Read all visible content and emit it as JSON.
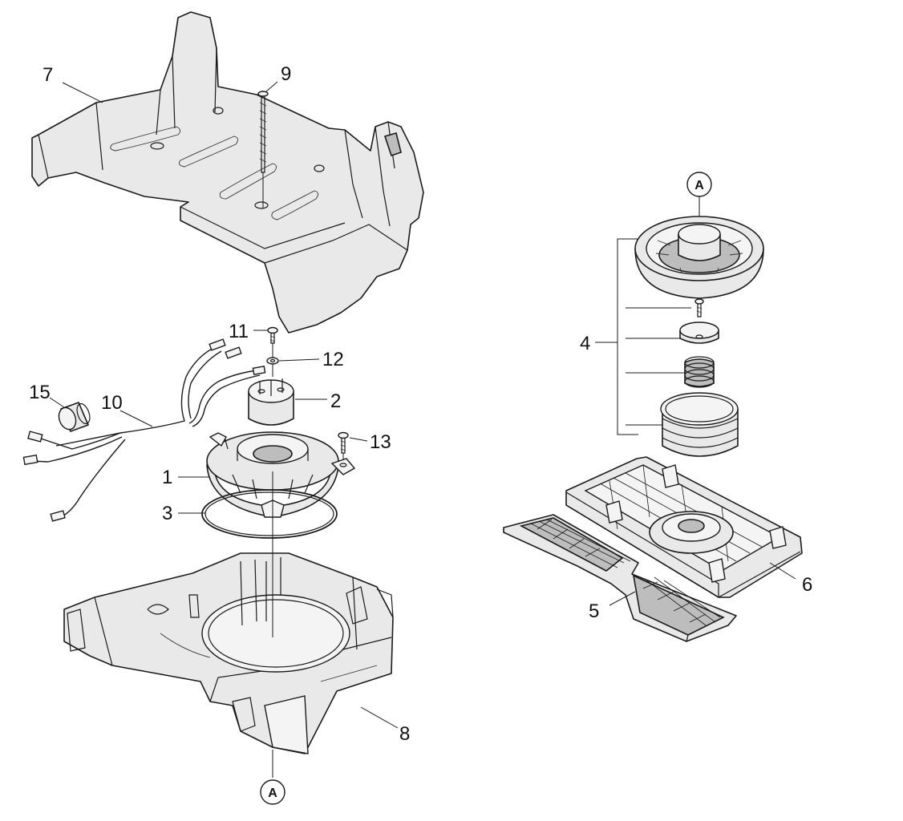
{
  "callouts": {
    "c1": "1",
    "c2": "2",
    "c3": "3",
    "c4": "4",
    "c5": "5",
    "c6": "6",
    "c7": "7",
    "c8": "8",
    "c9": "9",
    "c10": "10",
    "c11": "11",
    "c12": "12",
    "c13": "13",
    "c15": "15"
  },
  "reference_marks": {
    "top": "A",
    "bottom": "A"
  }
}
